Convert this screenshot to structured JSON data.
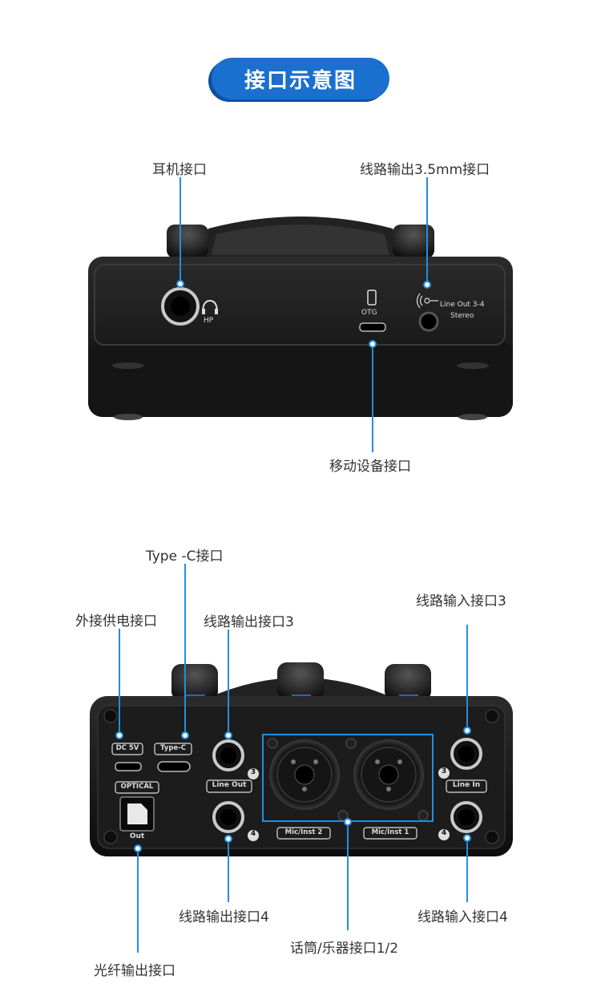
{
  "title": "接口示意图",
  "top_panel": {
    "labels": {
      "headphone": "耳机接口",
      "line_out_35": "线路输出3.5mm接口",
      "mobile": "移动设备接口"
    },
    "device_text": {
      "hp": "HP",
      "otg": "OTG",
      "line_out_34": "Line Out 3-4",
      "stereo": "Stereo"
    }
  },
  "bottom_panel": {
    "labels": {
      "type_c": "Type -C接口",
      "external_power": "外接供电接口",
      "line_out_3": "线路输出接口3",
      "line_in_3": "线路输入接口3",
      "line_out_4": "线路输出接口4",
      "line_in_4": "线路输入接口4",
      "mic_inst": "话筒/乐器接口1/2",
      "optical_out": "光纤输出接口"
    },
    "device_text": {
      "dc5v": "DC 5V",
      "typec": "Type-C",
      "optical": "OPTICAL",
      "out": "Out",
      "line_out": "Line Out",
      "line_in": "Line In",
      "mic2": "Mic/Inst 2",
      "mic1": "Mic/Inst 1",
      "num3a": "3",
      "num4a": "4",
      "num3b": "3",
      "num4b": "4"
    }
  },
  "colors": {
    "accent": "#1f8fe0",
    "pill": "#1a6fcf",
    "device": "#1a1a1a"
  }
}
